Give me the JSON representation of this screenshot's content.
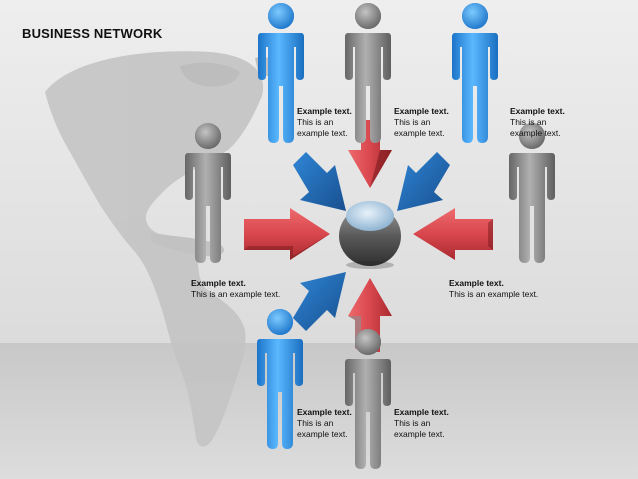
{
  "title": "BUSINESS NETWORK",
  "captions": [
    {
      "heading": "Example text.",
      "body": "This is an example text."
    },
    {
      "heading": "Example text.",
      "body": "This is an example text."
    },
    {
      "heading": "Example text.",
      "body": "This is an example text."
    },
    {
      "heading": "Example text.",
      "body": "This is an example text."
    },
    {
      "heading": "Example text.",
      "body": "This is an example text."
    },
    {
      "heading": "Example text.",
      "body": "This is an example text."
    },
    {
      "heading": "Example text.",
      "body": "This is an example text."
    }
  ],
  "colors": {
    "person_blue": "#2f94e8",
    "person_gray": "#8a8a8a",
    "arrow_blue": "#1f66b0",
    "arrow_red": "#d8474d"
  }
}
